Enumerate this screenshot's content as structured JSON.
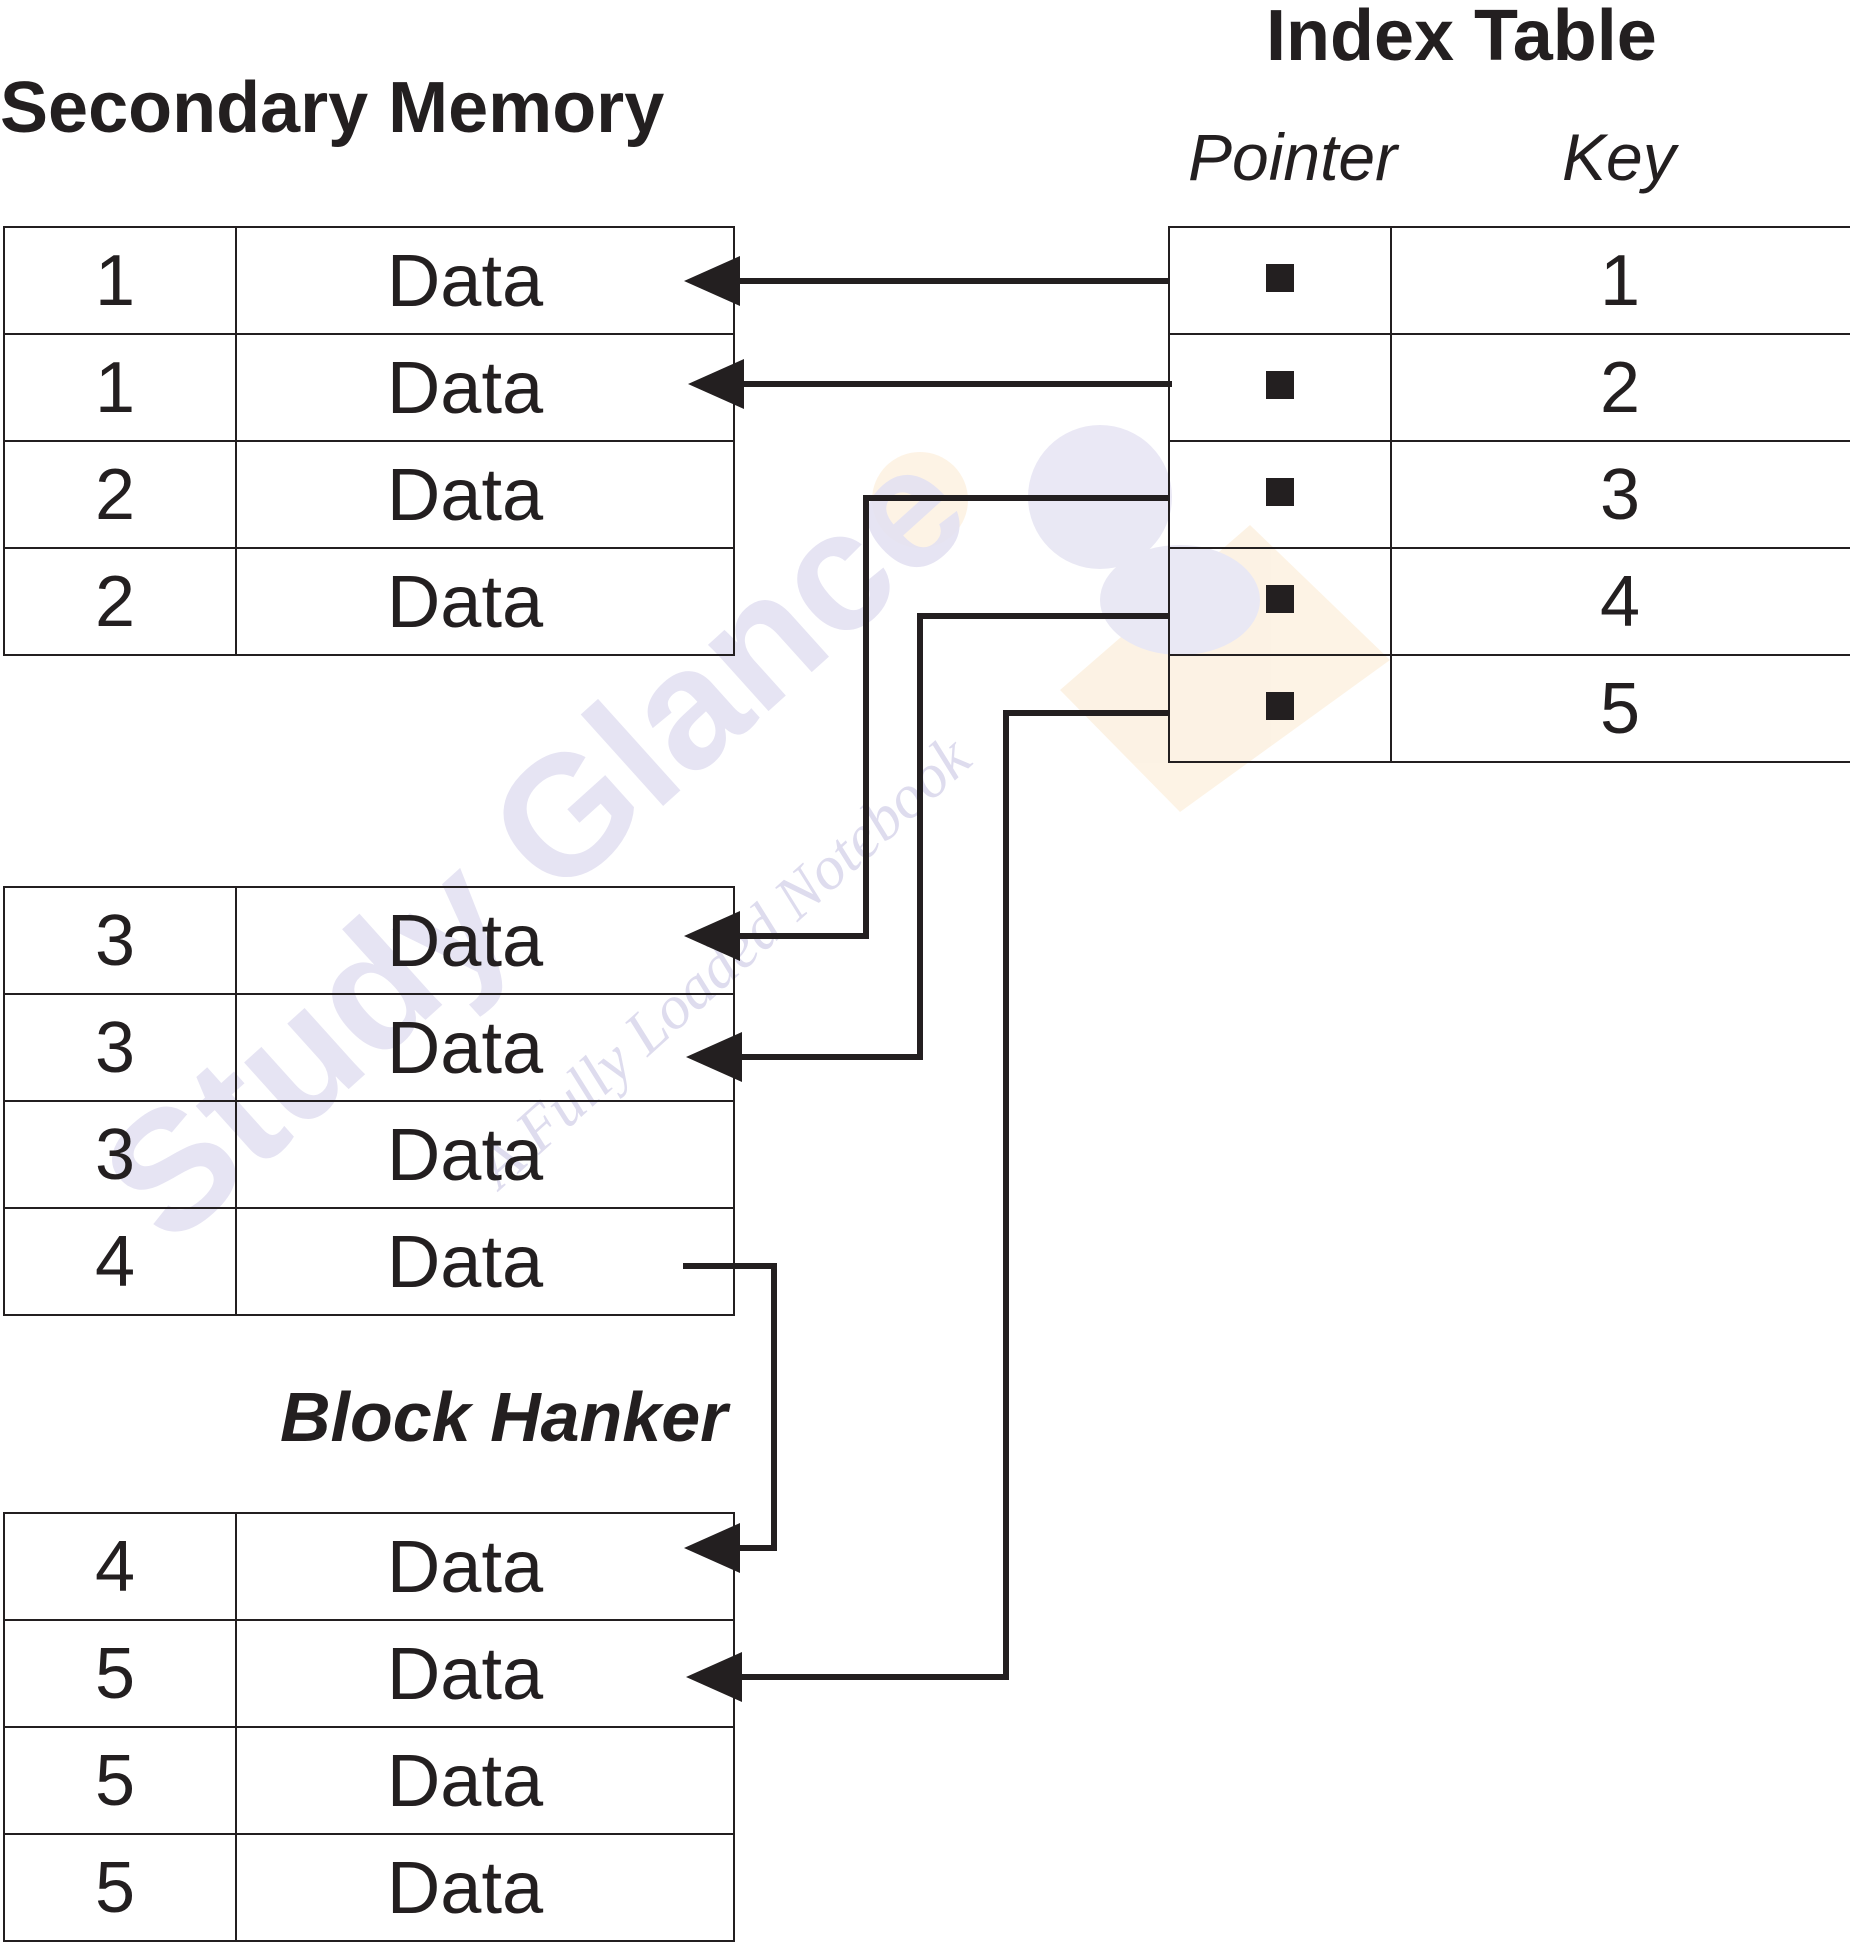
{
  "titles": {
    "secondary_memory": "Secondary Memory",
    "index_table": "Index Table",
    "block_hanker": "Block Hanker"
  },
  "index_table": {
    "col_pointer": "Pointer",
    "col_key": "Key",
    "rows": [
      {
        "key": "1"
      },
      {
        "key": "2"
      },
      {
        "key": "3"
      },
      {
        "key": "4"
      },
      {
        "key": "5"
      }
    ]
  },
  "memory_blocks": [
    {
      "rows": [
        {
          "num": "1",
          "value": "Data"
        },
        {
          "num": "1",
          "value": "Data"
        },
        {
          "num": "2",
          "value": "Data"
        },
        {
          "num": "2",
          "value": "Data"
        }
      ]
    },
    {
      "rows": [
        {
          "num": "3",
          "value": "Data"
        },
        {
          "num": "3",
          "value": "Data"
        },
        {
          "num": "3",
          "value": "Data"
        },
        {
          "num": "4",
          "value": "Data"
        }
      ]
    },
    {
      "rows": [
        {
          "num": "4",
          "value": "Data"
        },
        {
          "num": "5",
          "value": "Data"
        },
        {
          "num": "5",
          "value": "Data"
        },
        {
          "num": "5",
          "value": "Data"
        }
      ]
    }
  ],
  "watermark": {
    "brand": "Study Glance",
    "tagline": "A Fully Loaded Notebook",
    "brand_colors": [
      "#d8d6ec",
      "#fbe9cf"
    ]
  },
  "colors": {
    "ink": "#231f20",
    "background": "#ffffff"
  }
}
